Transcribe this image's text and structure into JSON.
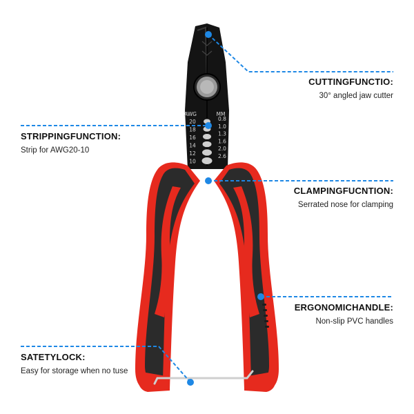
{
  "accent_color": "#1e88e5",
  "callouts": {
    "cutting": {
      "title": "CUTTINGFUNCTIO:",
      "desc": "30° angled jaw cutter"
    },
    "stripping": {
      "title": "STRIPPINGFUNCTION:",
      "desc": "Strip for AWG20-10"
    },
    "clamping": {
      "title": "CLAMPINGFUCNTION:",
      "desc": "Serrated nose for clamping"
    },
    "ergonomic": {
      "title": "ERGONOMICHANDLE:",
      "desc": "Non-slip PVC handles"
    },
    "lock": {
      "title": "SATETYLOCK:",
      "desc": "Easy for storage when no tuse"
    }
  },
  "stripper_scale": {
    "awg_header": "AWG",
    "mm_header": "MM",
    "awg": [
      "20",
      "18",
      "16",
      "14",
      "12",
      "10"
    ],
    "mm": [
      "0.8",
      "1.0",
      "1.3",
      "1.6",
      "2.0",
      "2.6"
    ]
  }
}
